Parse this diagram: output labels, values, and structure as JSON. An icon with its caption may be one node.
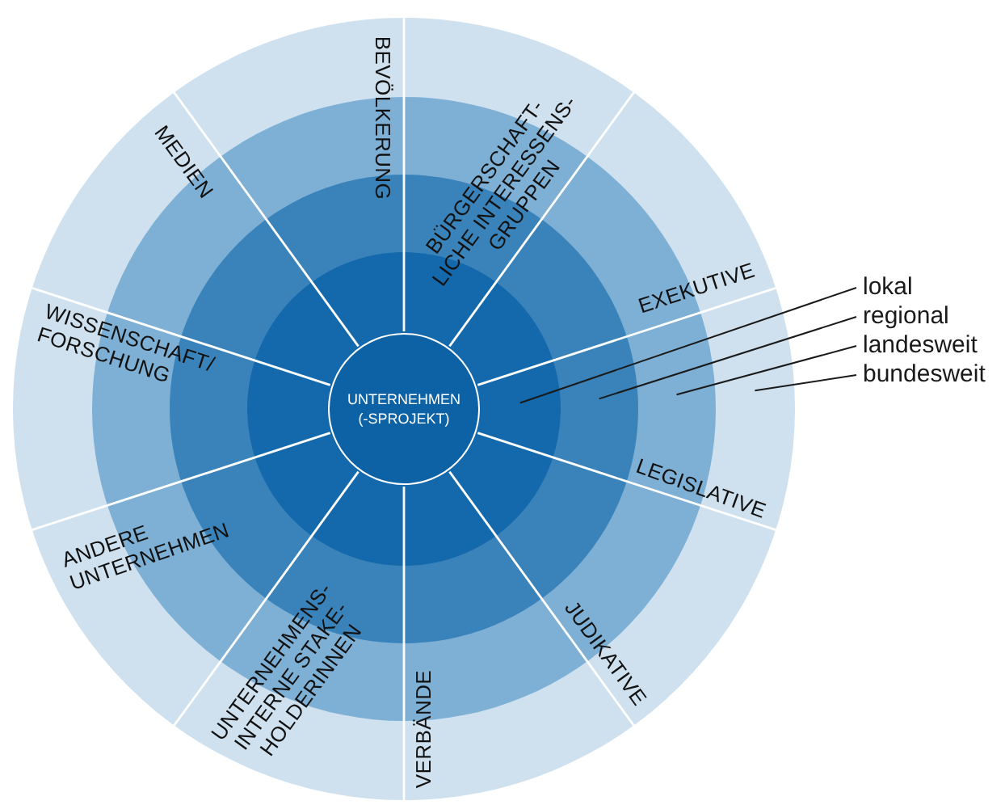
{
  "diagram": {
    "nodes": [
      {
        "text": [],
        "shape": "circle"
      },
      {
        "text": [],
        "shape": "circle",
        "in": 0
      },
      {
        "text": [],
        "shape": "circle",
        "in": 1
      },
      {
        "text": [],
        "shape": "circle",
        "in": 2
      },
      {
        "text": [
          "UNTERNEHMEN (-SPROJEKT)"
        ],
        "in": 3
      },
      {
        "text": [
          "lokal"
        ]
      },
      {
        "text": [
          "regional"
        ]
      },
      {
        "text": [
          "landesweit"
        ]
      },
      {
        "text": [
          "bundesweit"
        ]
      }
    ],
    "edges": [
      {
        "from": 5,
        "to": 3,
        "arrow": "none"
      },
      {
        "from": 6,
        "to": 2,
        "arrow": "none"
      },
      {
        "from": 7,
        "to": 1,
        "arrow": "none"
      },
      {
        "from": 8,
        "to": 0,
        "arrow": "none"
      }
    ],
    "labels": [
      "BEVÖLKERUNG",
      "MEDIEN",
      "BÜRGERSCHAFT- LICHE INTERESSENS- GRUPPEN",
      "WISSENSCHAFT/ FORSCHUNG",
      "EXEKUTIVE",
      "LEGISLATIVE",
      "ANDERE UNTERNEHMEN",
      "JUDIKATIVE",
      "UNTERNEHMENS- INTERNE STAKE- HOLDERINNEN",
      "VERBÄNDE"
    ]
  }
}
